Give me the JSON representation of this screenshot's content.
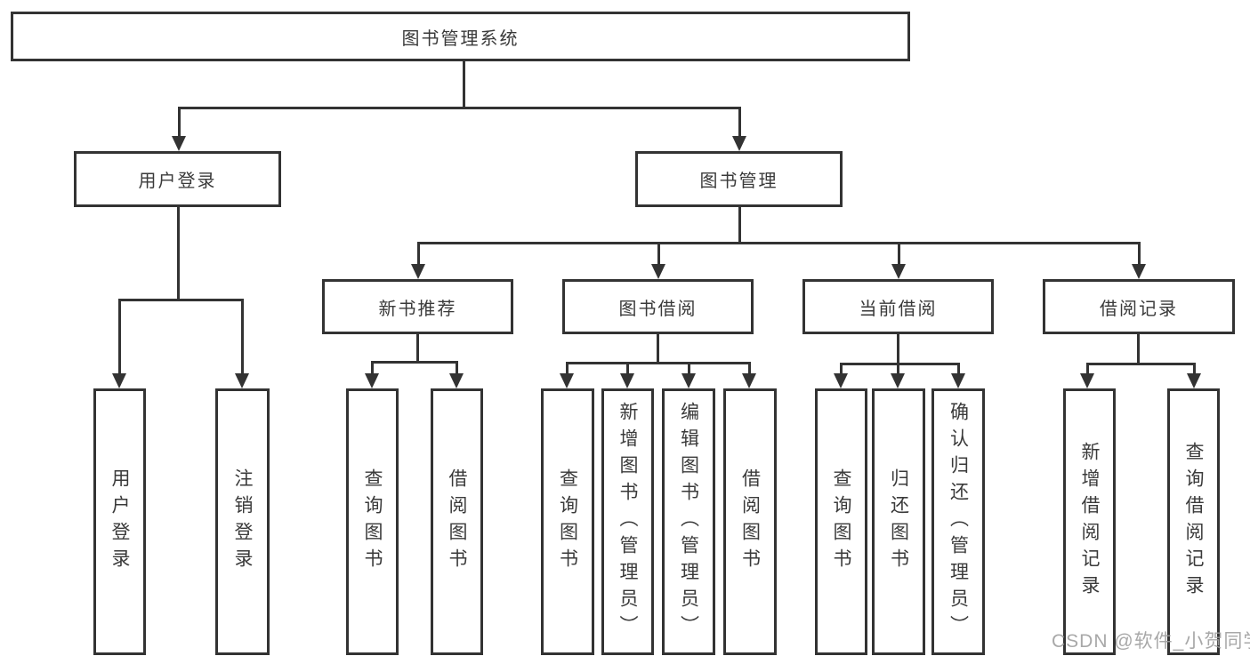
{
  "diagram": {
    "type": "tree",
    "title": "图书管理系统",
    "nodes": {
      "root": "图书管理系统",
      "level2": [
        "用户登录",
        "图书管理"
      ],
      "level3": [
        "新书推荐",
        "图书借阅",
        "当前借阅",
        "借阅记录"
      ],
      "leaves": [
        "用户登录",
        "注销登录",
        "查询图书",
        "借阅图书",
        "查询图书",
        "新增图书（管理员）",
        "编辑图书（管理员）",
        "借阅图书",
        "查询图书",
        "归还图书",
        "确认归还（管理员）",
        "新增借阅记录",
        "查询借阅记录"
      ]
    },
    "edges": [
      [
        "图书管理系统",
        "用户登录"
      ],
      [
        "图书管理系统",
        "图书管理"
      ],
      [
        "用户登录",
        "用户登录"
      ],
      [
        "用户登录",
        "注销登录"
      ],
      [
        "图书管理",
        "新书推荐"
      ],
      [
        "图书管理",
        "图书借阅"
      ],
      [
        "图书管理",
        "当前借阅"
      ],
      [
        "图书管理",
        "借阅记录"
      ],
      [
        "新书推荐",
        "查询图书"
      ],
      [
        "新书推荐",
        "借阅图书"
      ],
      [
        "图书借阅",
        "查询图书"
      ],
      [
        "图书借阅",
        "新增图书（管理员）"
      ],
      [
        "图书借阅",
        "编辑图书（管理员）"
      ],
      [
        "图书借阅",
        "借阅图书"
      ],
      [
        "当前借阅",
        "查询图书"
      ],
      [
        "当前借阅",
        "归还图书"
      ],
      [
        "当前借阅",
        "确认归还（管理员）"
      ],
      [
        "借阅记录",
        "新增借阅记录"
      ],
      [
        "借阅记录",
        "查询借阅记录"
      ]
    ]
  },
  "watermark": "CSDN @软件_小贺同学",
  "colors": {
    "line": "#333333",
    "background": "#ffffff",
    "watermark": "#9e9e9e"
  }
}
